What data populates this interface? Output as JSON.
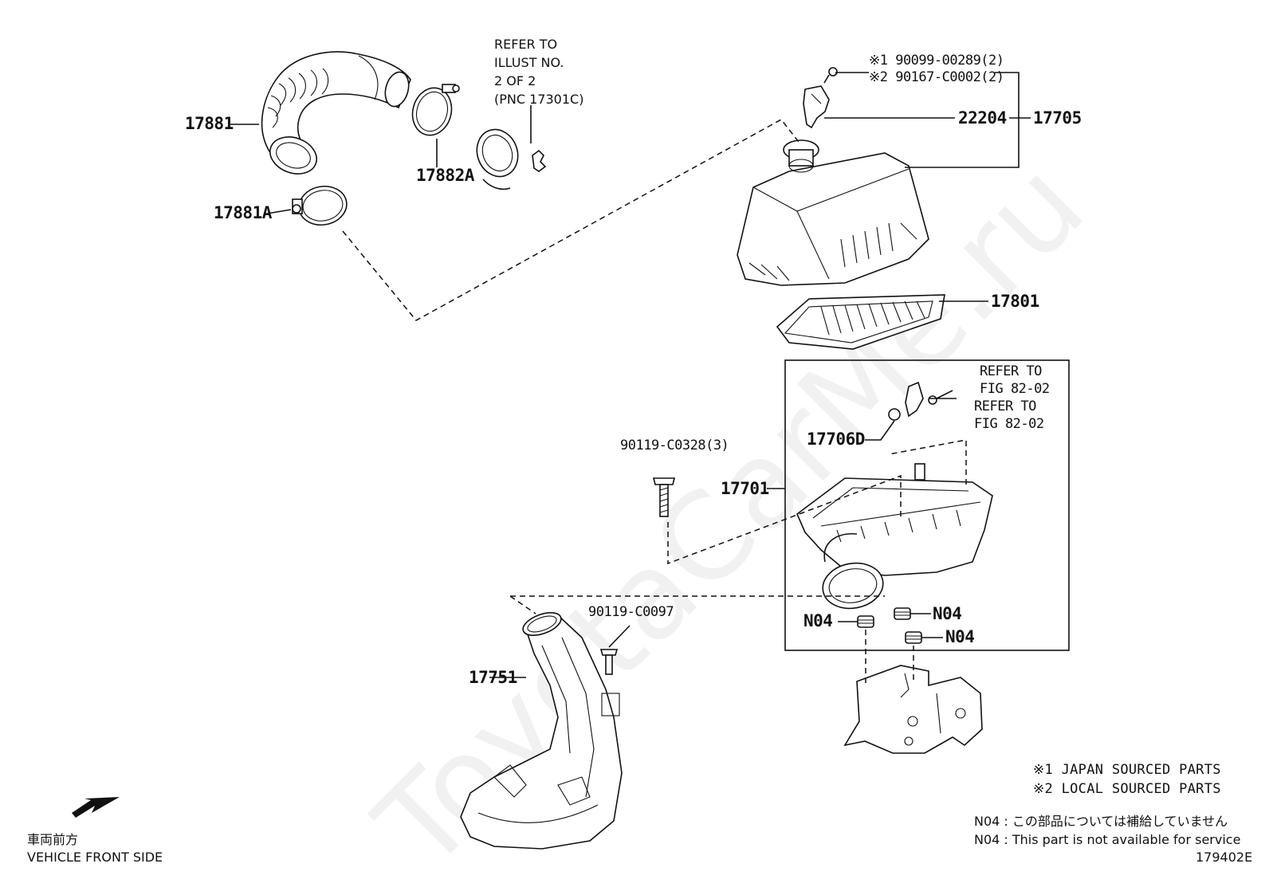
{
  "parts": {
    "p17881": "17881",
    "p17881A": "17881A",
    "p17882A": "17882A",
    "p22204": "22204",
    "p17705": "17705",
    "p17801": "17801",
    "p17706D": "17706D",
    "p17701": "17701",
    "p17751": "17751",
    "bolt_a": "90119-C0328(3)",
    "bolt_b": "90119-C0097",
    "n04_a": "N04",
    "n04_b": "N04",
    "n04_c": "N04",
    "screw_1": "※1 90099-00289(2)",
    "screw_2": "※2 90167-C0002(2)"
  },
  "refer": {
    "illust_line1": "REFER TO",
    "illust_line2": "ILLUST NO.",
    "illust_line3": "2 OF 2",
    "illust_line4": "(PNC 17301C)",
    "fig_a_line1": "REFER TO",
    "fig_a_line2": "FIG 82-02",
    "fig_b_line1": "REFER TO",
    "fig_b_line2": "FIG 82-02"
  },
  "notes": {
    "japan": "※1 JAPAN SOURCED PARTS",
    "local": "※2 LOCAL SOURCED PARTS",
    "n04_jp": "N04 : この部品については補給していません",
    "n04_en": "N04 : This part is not available for service",
    "fig_no": "179402E"
  },
  "front": {
    "jp": "車両前方",
    "en": "VEHICLE FRONT SIDE"
  },
  "watermark": "ToyotaCarMe.ru"
}
